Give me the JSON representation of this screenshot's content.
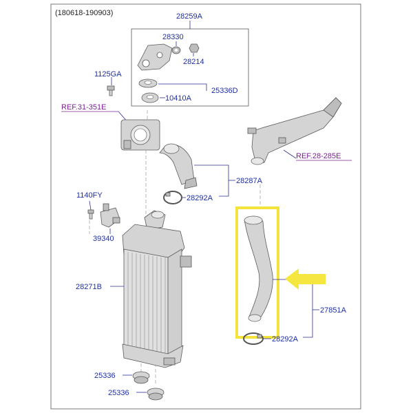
{
  "header": {
    "date_range": "(180618-190903)"
  },
  "labels": {
    "p28259a": "28259A",
    "p28330": "28330",
    "p28214": "28214",
    "p1125ga": "1125GA",
    "p25336d": "25336D",
    "p10410a": "10410A",
    "ref31": "REF.31-351E",
    "ref28": "REF.28-285E",
    "p28287a": "28287A",
    "p28292a_top": "28292A",
    "p1140fy": "1140FY",
    "p39340": "39340",
    "p28271b": "28271B",
    "p27851a": "27851A",
    "p28292a_bottom": "28292A",
    "p25336_a": "25336",
    "p25336_b": "25336"
  },
  "colors": {
    "label": "#1e2fa0",
    "ref_link": "#7a2090",
    "highlight_box": "#f3e33a",
    "arrow": "#f5e640"
  },
  "highlight": {
    "part": "27851A",
    "icon": "arrow-left-icon"
  }
}
